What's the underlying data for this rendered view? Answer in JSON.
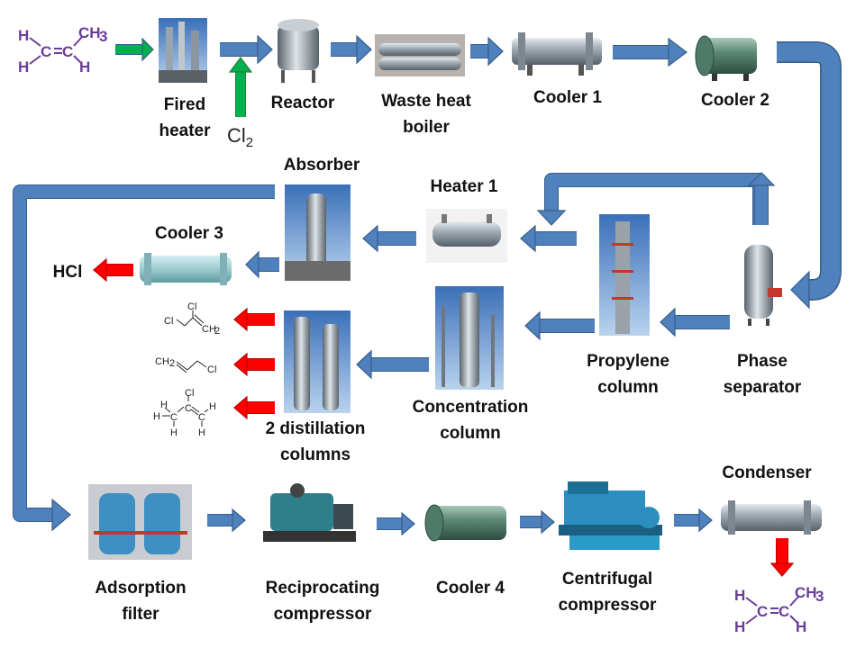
{
  "colors": {
    "flow_arrow": "#4F81BD",
    "flow_arrow_border": "#385D8A",
    "feed_arrow": "#00B050",
    "product_arrow": "#FF0000",
    "molecule": "#6A3D9A"
  },
  "feed_molecule": {
    "atoms": [
      "H",
      "H",
      "C",
      "C",
      "CH",
      "3",
      "H"
    ]
  },
  "product_molecule": {
    "atoms": [
      "H",
      "H",
      "C",
      "C",
      "CH",
      "3",
      "H"
    ]
  },
  "chlorine_feed": {
    "label": "Cl",
    "subscript": "2"
  },
  "equipment": {
    "fired_heater": [
      "Fired",
      "heater"
    ],
    "reactor": [
      "Reactor"
    ],
    "waste_heat_boiler": [
      "Waste heat",
      "boiler"
    ],
    "cooler_1": [
      "Cooler 1"
    ],
    "cooler_2": [
      "Cooler 2"
    ],
    "phase_separator": [
      "Phase",
      "separator"
    ],
    "propylene_column": [
      "Propylene",
      "column"
    ],
    "heater_1": [
      "Heater 1"
    ],
    "absorber": [
      "Absorber"
    ],
    "cooler_3": [
      "Cooler 3"
    ],
    "concentration_column": [
      "Concentration",
      "column"
    ],
    "distillation_columns": [
      "2 distillation",
      "columns"
    ],
    "adsorption_filter": [
      "Adsorption",
      "filter"
    ],
    "reciprocating_compressor": [
      "Reciprocating",
      "compressor"
    ],
    "cooler_4": [
      "Cooler 4"
    ],
    "centrifugal_compressor": [
      "Centrifugal",
      "compressor"
    ],
    "condenser": [
      "Condenser"
    ]
  },
  "products": {
    "hcl": "HCl",
    "dichloropropene": {
      "atoms": [
        "Cl",
        "Cl",
        "CH",
        "2"
      ]
    },
    "allyl_chloride": {
      "atoms": [
        "CH",
        "2",
        "Cl"
      ]
    },
    "chloropropene": {
      "atoms": [
        "Cl",
        "H",
        "H",
        "C",
        "C",
        "C",
        "H",
        "H",
        "H"
      ]
    }
  }
}
